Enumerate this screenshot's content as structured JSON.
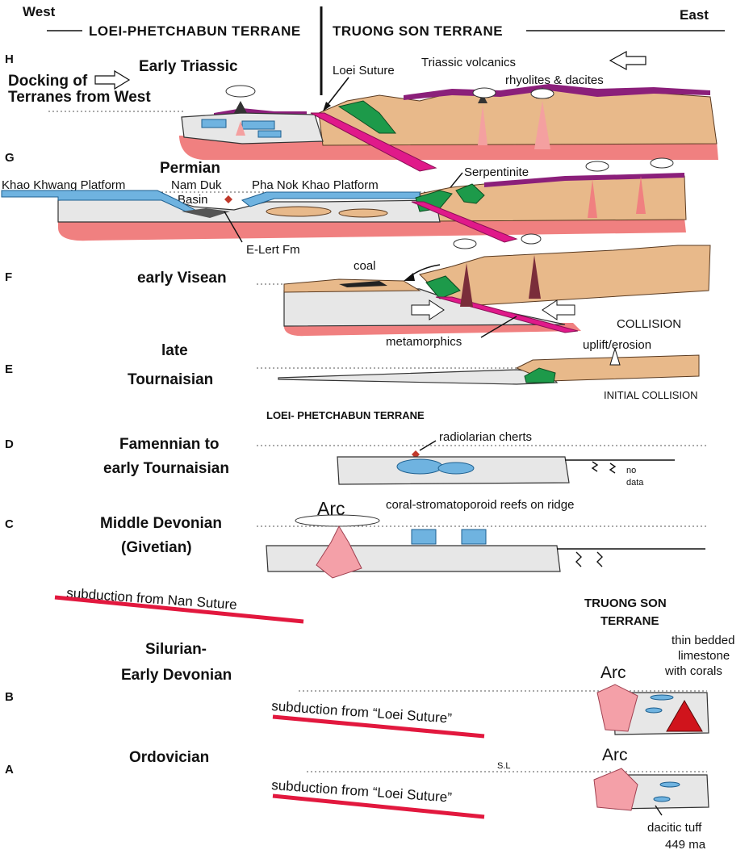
{
  "header": {
    "west": "West",
    "east": "East",
    "left_terrane": "LOEI-PHETCHABUN TERRANE",
    "right_terrane": "TRUONG SON TERRANE"
  },
  "stages": [
    {
      "letter": "H",
      "title": "Early Triassic"
    },
    {
      "letter": "G",
      "title": "Permian"
    },
    {
      "letter": "F",
      "title": "early Visean"
    },
    {
      "letter": "E",
      "title_line1": "late",
      "title_line2": "Tournaisian"
    },
    {
      "letter": "D",
      "title_line1": "Famennian to",
      "title_line2": "early Tournaisian"
    },
    {
      "letter": "C",
      "title_line1": "Middle Devonian",
      "title_line2": "(Givetian)"
    },
    {
      "letter": "B",
      "title_line1": "Silurian-",
      "title_line2": "Early Devonian"
    },
    {
      "letter": "A",
      "title": "Ordovician"
    }
  ],
  "labels": {
    "docking_line1": "Docking of",
    "docking_line2": "Terranes from West",
    "loei_suture": "Loei Suture",
    "triassic_volcanics": "Triassic volcanics",
    "rhyolites": "rhyolites & dacites",
    "khao_khwang": "Khao Khwang Platform",
    "nam_duk_line1": "Nam Duk",
    "nam_duk_line2": "Basin",
    "pha_nok_khao": "Pha Nok Khao Platform",
    "serpentinite": "Serpentinite",
    "e_lert": "E-Lert Fm",
    "coal": "coal",
    "metamorphics": "metamorphics",
    "collision": "COLLISION",
    "uplift": "uplift/erosion",
    "initial_collision": "INITIAL COLLISION",
    "loei_terrane_mid": "LOEI- PHETCHABUN TERRANE",
    "radiolarian": "radiolarian cherts",
    "no_data_line1": "no",
    "no_data_line2": "data",
    "arc": "Arc",
    "reefs": "coral-stromatoporoid reefs on ridge",
    "subduction_nan": "subduction from Nan Suture",
    "truong_son_line1": "TRUONG SON",
    "truong_son_line2": "TERRANE",
    "thin_bedded_line1": "thin bedded",
    "thin_bedded_line2": "limestone",
    "thin_bedded_line3": "with corals",
    "subduction_loei": "subduction from “Loei Suture”",
    "sl": "S.L",
    "dacitic_line1": "dacitic tuff",
    "dacitic_line2": "449 ma"
  },
  "colors": {
    "crust_pink": "#f08080",
    "tan_block": "#e8b98a",
    "limestone_blue": "#6fb3e0",
    "serpentinite_green": "#1d9a4a",
    "slab_magenta": "#e0198a",
    "volcanics_purple": "#8b1f7a",
    "subduction_red": "#e2183e"
  }
}
